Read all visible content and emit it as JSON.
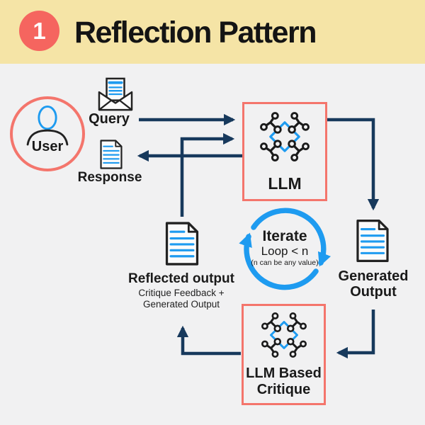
{
  "header": {
    "badge": "1",
    "title": "Reflection Pattern"
  },
  "actors": {
    "user": {
      "label": "User"
    },
    "query": {
      "label": "Query"
    },
    "response": {
      "label": "Response"
    }
  },
  "nodes": {
    "llm": {
      "label": "LLM"
    },
    "generated_output": {
      "line1": "Generated",
      "line2": "Output"
    },
    "llm_critique": {
      "line1": "LLM Based",
      "line2": "Critique"
    },
    "reflected_output": {
      "label": "Reflected output",
      "sub1": "Critique Feedback +",
      "sub2": "Generated Output"
    }
  },
  "loop": {
    "title": "Iterate",
    "condition": "Loop < n",
    "note": "(n can be any value)"
  },
  "colors": {
    "header_bg": "#F5E4A6",
    "canvas_bg": "#F1F1F2",
    "accent_red": "#F5655F",
    "box_border_red": "#F4756C",
    "arrow_navy": "#17395C",
    "accent_blue": "#1E9BF0",
    "ink": "#1A1A1A"
  },
  "icons": {
    "user": "user-icon",
    "query": "mail-document-icon",
    "response": "document-icon",
    "llm": "neural-network-icon",
    "generated_output": "document-icon",
    "reflected_output": "document-icon",
    "iterate": "cycle-arrows-icon"
  }
}
